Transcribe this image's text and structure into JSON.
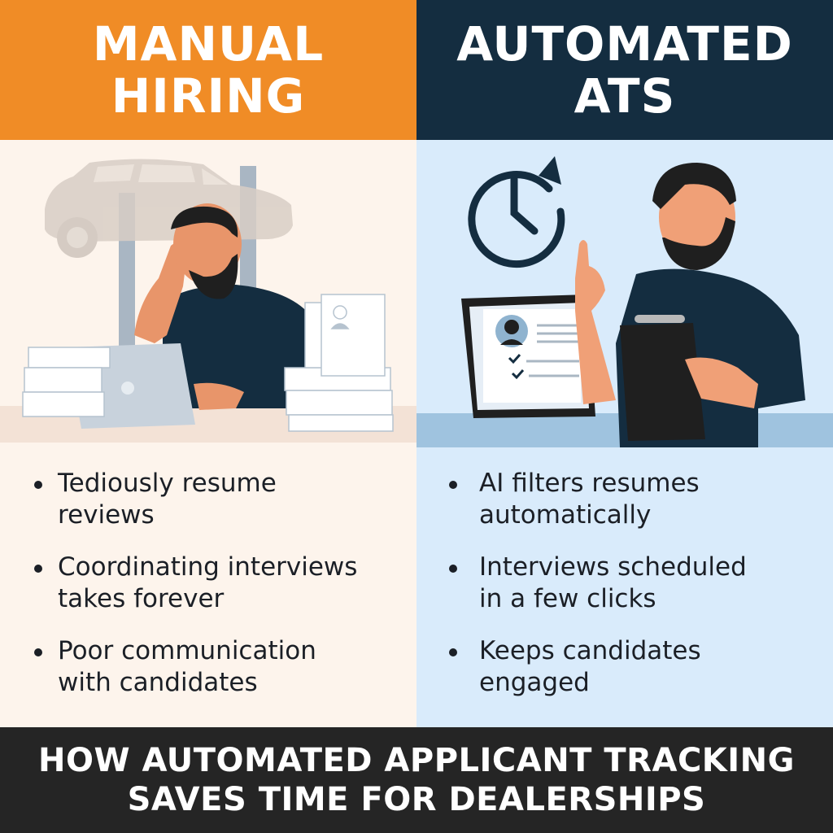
{
  "left": {
    "title_lines": [
      "MANUAL",
      "HIRING"
    ],
    "header_color": "#f08c26",
    "background_color": "#fdf4ec",
    "illustration": "stressed-man-at-laptop-with-paper-stacks-and-car-on-lift",
    "bullets": [
      {
        "line1": "Tediously resume",
        "line2": "reviews"
      },
      {
        "line1": "Coordinating interviews",
        "line2": "takes forever"
      },
      {
        "line1": "Poor communication",
        "line2": "with candidates"
      }
    ]
  },
  "right": {
    "title_lines": [
      "AUTOMATED",
      "ATS"
    ],
    "header_color": "#142d40",
    "background_color": "#d9ebfb",
    "illustration": "happy-man-with-clipboard-laptop-candidate-profile-and-clock",
    "bullets": [
      {
        "line1": "AI filters resumes",
        "line2": "automatically"
      },
      {
        "line1": "Interviews scheduled",
        "line2": "in a few clicks"
      },
      {
        "line1": "Keeps candidates",
        "line2": "engaged"
      }
    ]
  },
  "footer": {
    "lines": [
      "HOW AUTOMATED APPLICANT TRACKING",
      "SAVES TIME FOR DEALERSHIPS"
    ],
    "background_color": "#252525"
  }
}
